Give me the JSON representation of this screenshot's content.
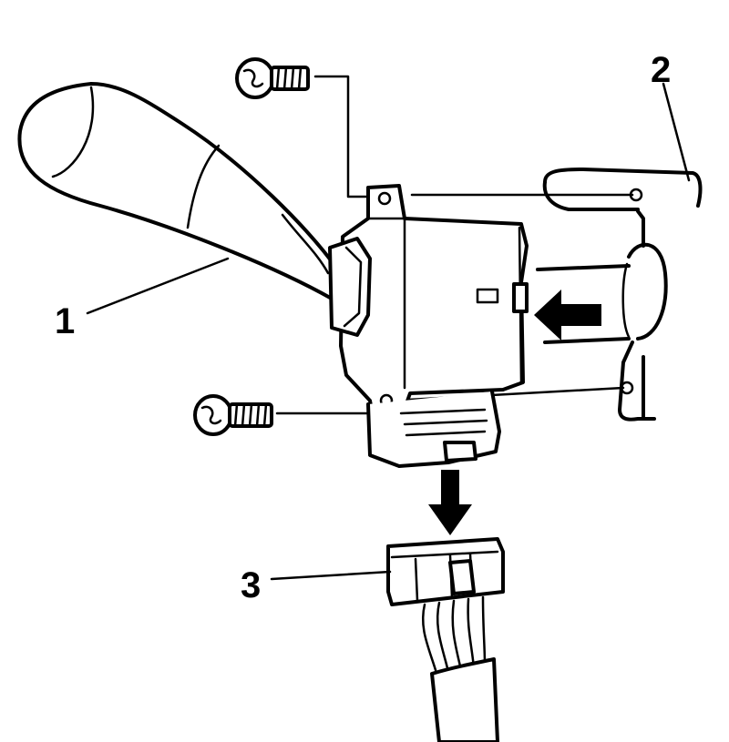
{
  "callouts": [
    {
      "id": "1",
      "text": "1"
    },
    {
      "id": "2",
      "text": "2"
    },
    {
      "id": "3",
      "text": "3"
    }
  ],
  "ink_color": "#000000",
  "background_color": "#ffffff"
}
